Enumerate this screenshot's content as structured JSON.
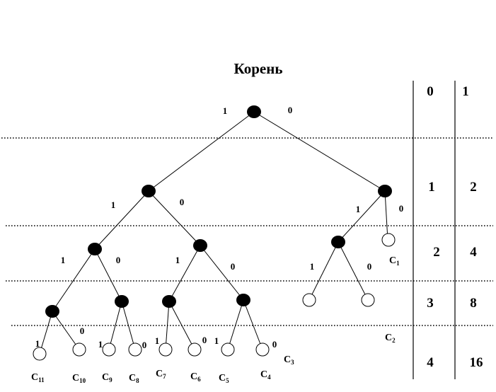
{
  "title": "Корень",
  "edge_labels": {
    "one": "1",
    "zero": "0"
  },
  "code_lengths": [
    "C1",
    "C2",
    "C3",
    "C4",
    "C5",
    "C6",
    "C7",
    "C8",
    "C9",
    "C10",
    "C11"
  ],
  "leaf_labels": [
    {
      "letter": "C",
      "sub": "1"
    },
    {
      "letter": "C",
      "sub": "2"
    },
    {
      "letter": "C",
      "sub": "3"
    },
    {
      "letter": "C",
      "sub": "4"
    },
    {
      "letter": "C",
      "sub": "5"
    },
    {
      "letter": "C",
      "sub": "6"
    },
    {
      "letter": "C",
      "sub": "7"
    },
    {
      "letter": "C",
      "sub": "8"
    },
    {
      "letter": "C",
      "sub": "9"
    },
    {
      "letter": "C",
      "sub": "10"
    },
    {
      "letter": "C",
      "sub": "11"
    }
  ],
  "level_table": [
    {
      "level": "0",
      "count": "1"
    },
    {
      "level": "1",
      "count": "2"
    },
    {
      "level": "2",
      "count": "4"
    },
    {
      "level": "3",
      "count": "8"
    },
    {
      "level": "4",
      "count": "16"
    }
  ]
}
